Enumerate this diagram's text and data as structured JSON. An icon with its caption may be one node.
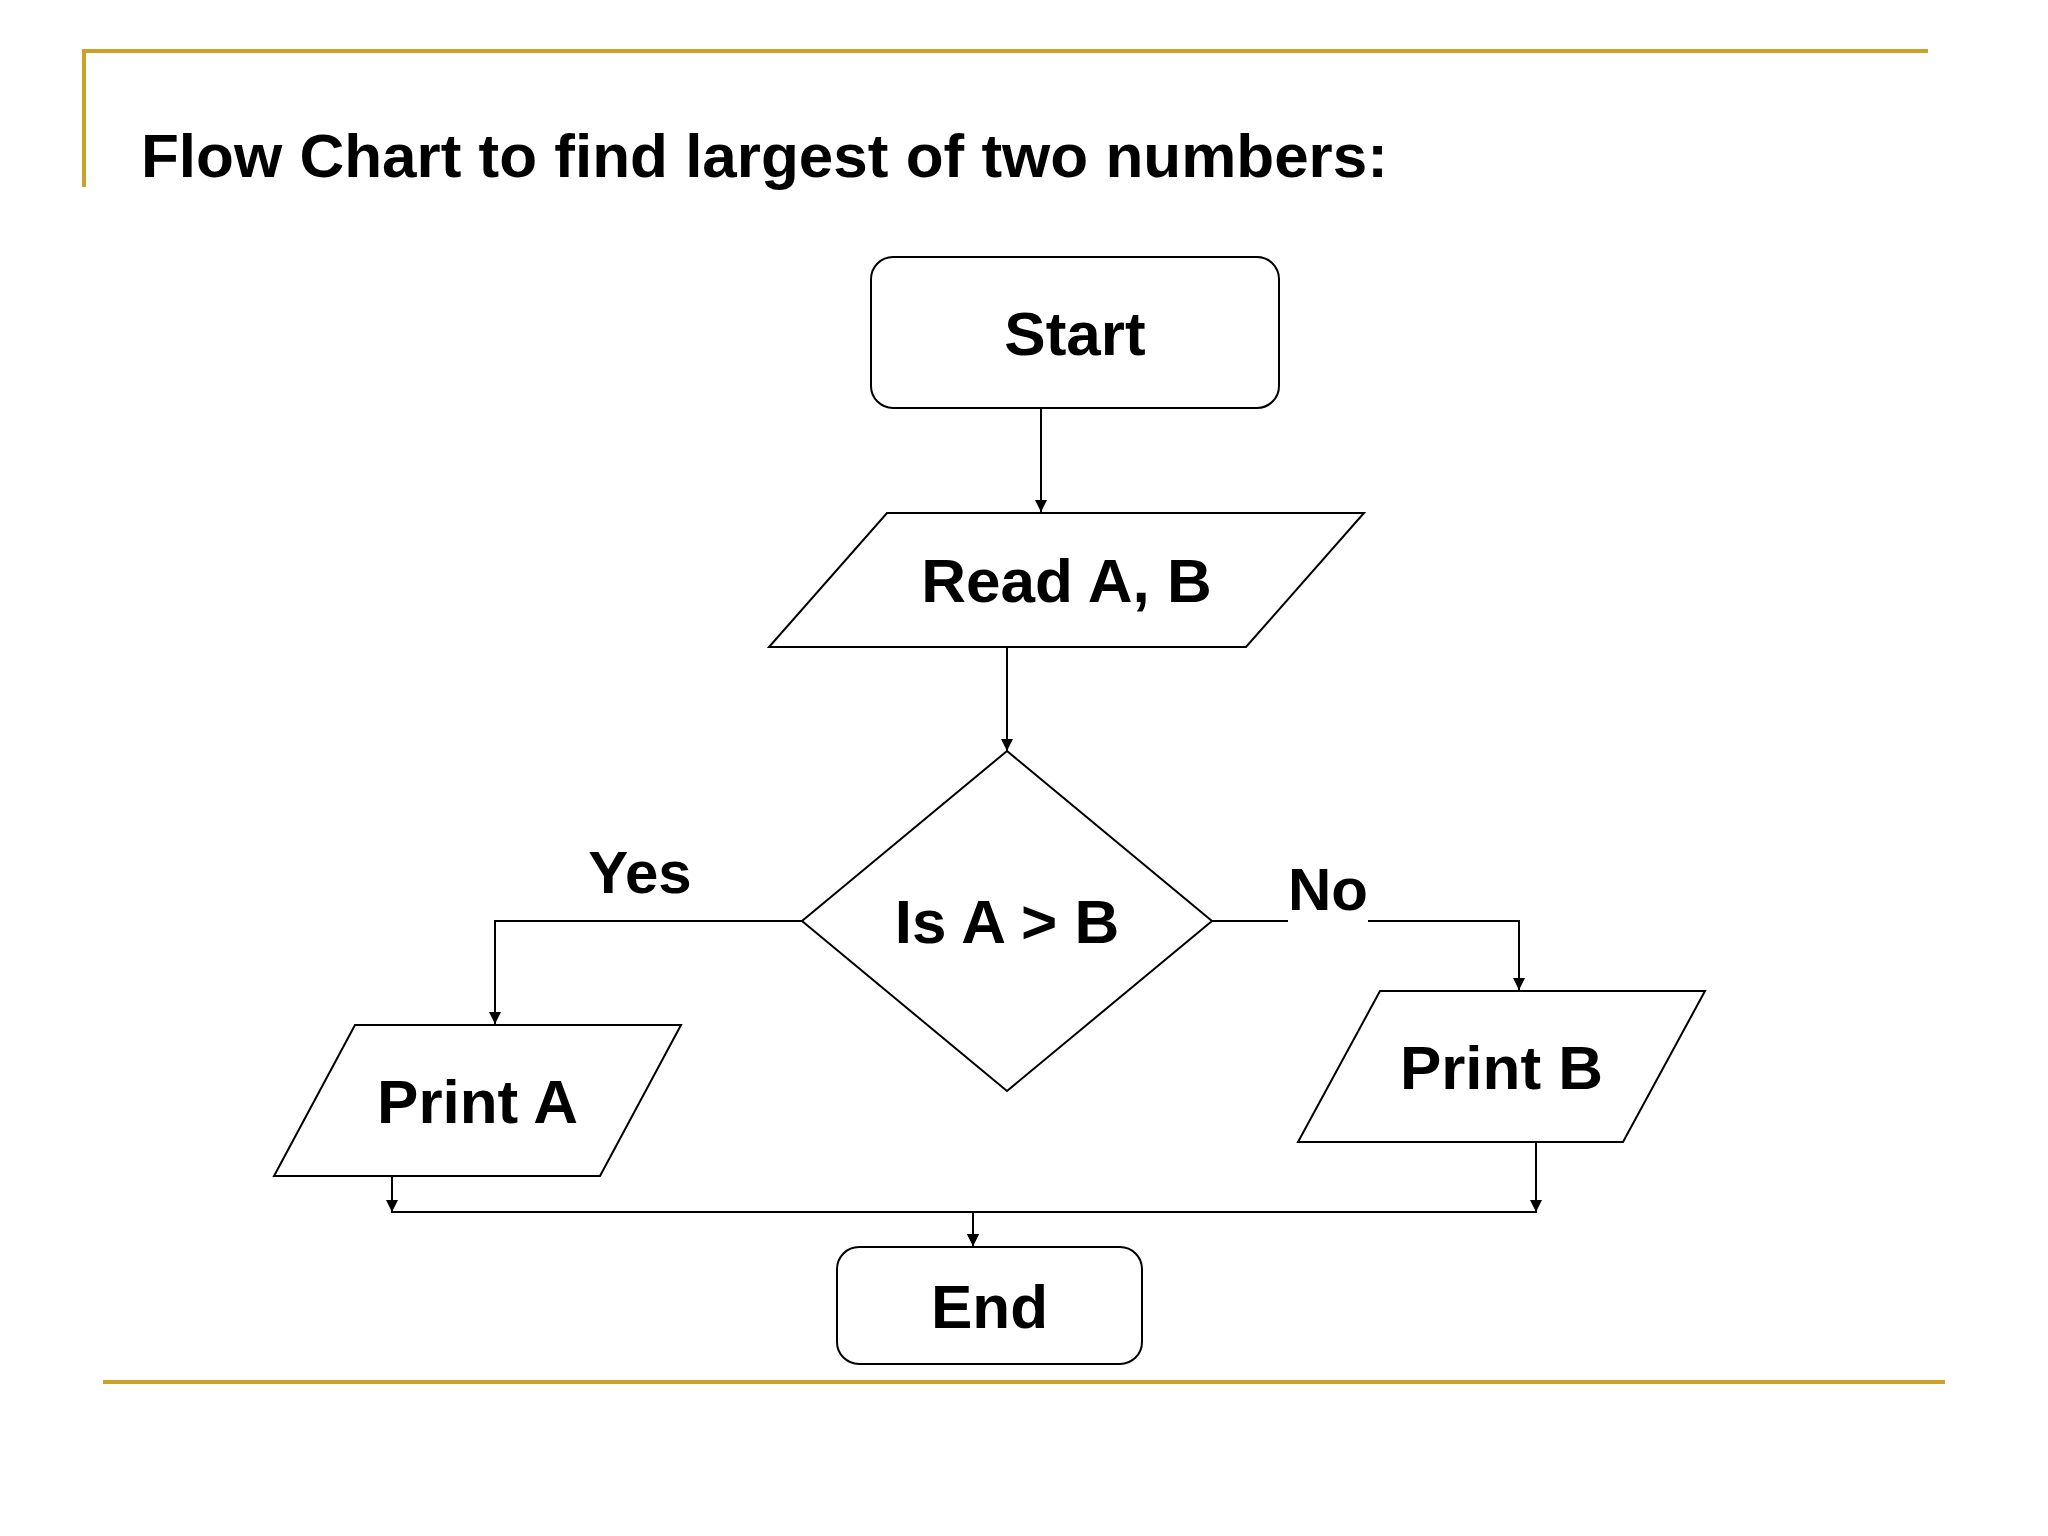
{
  "diagram": {
    "title": "Flow Chart to find largest of two numbers:",
    "nodes": [
      {
        "text": [
          "Start"
        ]
      },
      {
        "text": [
          "Read A, B"
        ]
      },
      {
        "text": [
          "Is A > B"
        ]
      },
      {
        "text": [
          "Print A"
        ]
      },
      {
        "text": [
          "Print B"
        ]
      },
      {
        "text": [
          "End"
        ]
      }
    ],
    "edges": [
      {
        "from": 0,
        "to": 1,
        "arrow": "to"
      },
      {
        "from": 1,
        "to": 2,
        "arrow": "to"
      },
      {
        "from": 2,
        "to": 3,
        "label": "Yes",
        "arrow": "to"
      },
      {
        "from": 2,
        "to": 4,
        "label": "No",
        "arrow": "to"
      },
      {
        "from": 3,
        "to": 5,
        "arrow": "to"
      },
      {
        "from": 4,
        "to": 5,
        "arrow": "to"
      }
    ]
  }
}
